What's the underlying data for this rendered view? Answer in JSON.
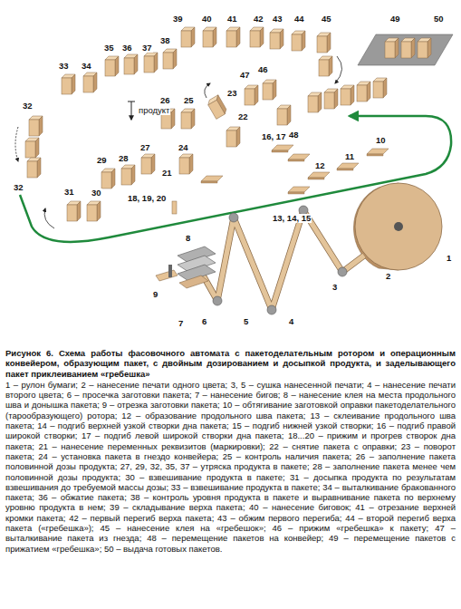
{
  "diagram": {
    "caption": "Рисунок 6. Схема работы фасовочного автомата с пакетоделательным ротором и операционным конвейером, образующим пакет, с двойным дозированием и досыпкой продукта, и заделывающего пакет приклеиванием «гребешка»",
    "labels": [
      "1",
      "2",
      "3",
      "4",
      "5",
      "6",
      "7",
      "8",
      "9",
      "10",
      "11",
      "12",
      "13, 14, 15",
      "16, 17",
      "18, 19, 20",
      "21",
      "22",
      "23",
      "24",
      "25",
      "26",
      "27",
      "28",
      "29",
      "30",
      "31",
      "32",
      "32",
      "33",
      "34",
      "35",
      "36",
      "37",
      "38",
      "39",
      "40",
      "41",
      "42",
      "43",
      "44",
      "45",
      "46",
      "47",
      "48",
      "49",
      "50",
      "продукт",
      "1 – рулон бумаги; 2 – нанесение печати одного цвета; 3, 5 – сушка нанесенной печати; 4 – нанесение печати второго цвета; 6 – просечка заготовки пакета; 7 – нанесение бигов; 8 – нанесение клея на места продольного шва и донышка пакета; 9 – отрезка заготовки пакета; 10 – обтягивание заготовкой оправки пакетоделательного (тарообразующего) ротора; 12 – образование продольного шва пакета; 13 – склеивание продольного шва пакета; 14 – подгиб верхней узкой створки дна пакета; 15 – подгиб нижней узкой створки; 16 – подгиб правой широкой створки; 17 – подгиб левой широкой створки дна пакета; 18...20 – прижим и прогрев створок дна пакета; 21 – нанесение переменных реквизитов (маркировки); 22 – снятие пакета с оправки; 23 – поворот пакета; 24 – установка пакета в гнездо конвейера; 25 – контроль наличия пакета; 26 – заполнение пакета половинной дозы продукта; 27, 29, 32, 35, 37 – утряска продукта в пакете; 28 – заполнение пакета менее чем половинной дозы продукта; 30 – взвешивание продукта в пакете; 31 – досыпка продукта по результатам взвешивания до требуемой массы дозы; 33 – взвешивание продукта в пакете; 34 – выталкивание бракованного пакета; 36 – обжатие пакета; 38 – контроль уровня продукта в пакете и выравнивание пакета по верхнему уровню продукта в нем; 39 – складывание верха пакета; 40 – нанесение биговок; 41 – отрезание верхней кромки пакета; 42 – первый перегиб верха пакета; 43 – обжим первого перегиба; 44 – второй перегиб верха пакета («гребешка»); 45 – нанесение клея на «гребешок»; 46 – прижим «гребешка» к пакету; 47 – выталкивание пакета из гнезда; 48 – перемещение пакетов на конвейер; 49 – перемещение пакетов с прижатием «гребешка»; 50 – выдача готовых пакетов."
    ]
  }
}
